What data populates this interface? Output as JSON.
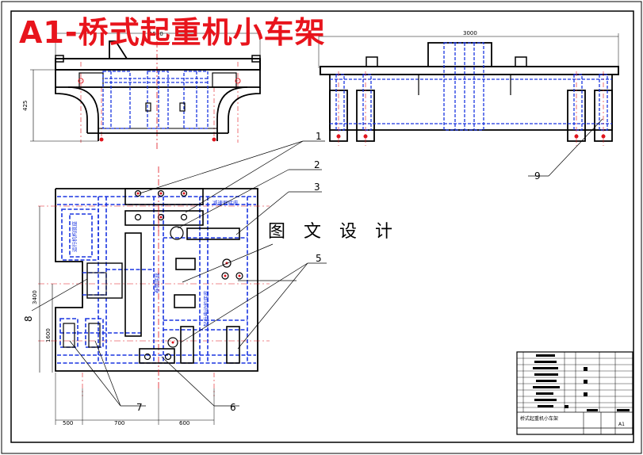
{
  "title": "A1-桥式起重机小车架",
  "watermark": "图 文 设 计",
  "dimensions": {
    "front_width": "1500",
    "front_height": "425",
    "side_width": "3000",
    "plan_height": "3400",
    "plan_inner_height": "1600",
    "bottom_left": "500",
    "bottom_mid": "700",
    "bottom_right": "600"
  },
  "balloons": [
    "1",
    "2",
    "3",
    "5",
    "6",
    "7",
    "8",
    "9"
  ],
  "plan_labels": {
    "upper": "减速器底座",
    "left_box": "运行机构底座",
    "center": "卷筒底座",
    "right": "起升电动机底座"
  },
  "title_block": {
    "drawing_name": "桥式起重机小车架",
    "scale": "A1"
  },
  "colors": {
    "line": "#000000",
    "hidden": "#1a35e0",
    "center": "#e0141c",
    "title": "#e8141c"
  }
}
